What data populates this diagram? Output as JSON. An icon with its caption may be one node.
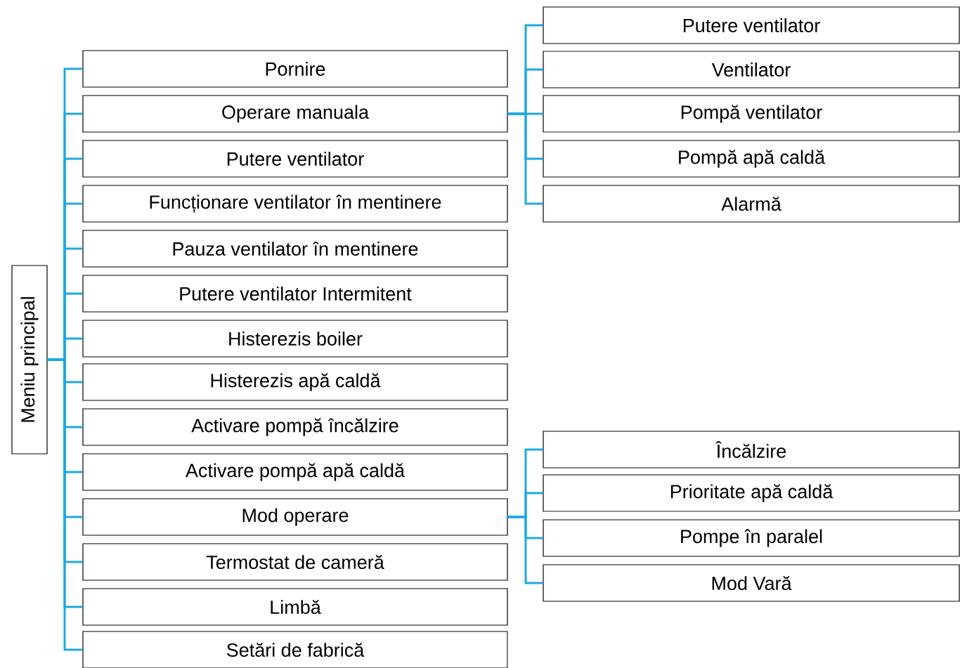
{
  "diagram": {
    "nodes": [
      {
        "text": [
          "Meniu principal"
        ]
      },
      {
        "text": [
          "Pornire"
        ]
      },
      {
        "text": [
          "Operare manuala"
        ]
      },
      {
        "text": [
          "Putere ventilator"
        ]
      },
      {
        "text": [
          "Funcționare ventilator în mentinere"
        ]
      },
      {
        "text": [
          "Pauza ventilator în mentinere"
        ]
      },
      {
        "text": [
          "Putere ventilator Intermitent"
        ]
      },
      {
        "text": [
          "Histerezis boiler"
        ]
      },
      {
        "text": [
          "Histerezis apă caldă"
        ]
      },
      {
        "text": [
          "Activare pompă încălzire"
        ]
      },
      {
        "text": [
          "Activare pompă apă caldă"
        ]
      },
      {
        "text": [
          "Mod operare"
        ]
      },
      {
        "text": [
          "Termostat de cameră"
        ]
      },
      {
        "text": [
          "Limbă"
        ]
      },
      {
        "text": [
          "Setări de fabrică"
        ]
      },
      {
        "text": [
          "Putere ventilator"
        ]
      },
      {
        "text": [
          "Ventilator"
        ]
      },
      {
        "text": [
          "Pompă ventilator"
        ]
      },
      {
        "text": [
          "Pompă apă caldă"
        ]
      },
      {
        "text": [
          "Alarmă"
        ]
      },
      {
        "text": [
          "Încălzire"
        ]
      },
      {
        "text": [
          "Prioritate apă caldă"
        ]
      },
      {
        "text": [
          "Pompe în paralel"
        ]
      },
      {
        "text": [
          "Mod Vară"
        ]
      }
    ],
    "edges": [
      {
        "from": 0,
        "to": 1,
        "arrow": "none"
      },
      {
        "from": 0,
        "to": 2,
        "arrow": "none"
      },
      {
        "from": 0,
        "to": 3,
        "arrow": "none"
      },
      {
        "from": 0,
        "to": 4,
        "arrow": "none"
      },
      {
        "from": 0,
        "to": 5,
        "arrow": "none"
      },
      {
        "from": 0,
        "to": 6,
        "arrow": "none"
      },
      {
        "from": 0,
        "to": 7,
        "arrow": "none"
      },
      {
        "from": 0,
        "to": 8,
        "arrow": "none"
      },
      {
        "from": 0,
        "to": 9,
        "arrow": "none"
      },
      {
        "from": 0,
        "to": 10,
        "arrow": "none"
      },
      {
        "from": 0,
        "to": 11,
        "arrow": "none"
      },
      {
        "from": 0,
        "to": 12,
        "arrow": "none"
      },
      {
        "from": 0,
        "to": 13,
        "arrow": "none"
      },
      {
        "from": 0,
        "to": 14,
        "arrow": "none"
      },
      {
        "from": 2,
        "to": 15,
        "arrow": "none"
      },
      {
        "from": 2,
        "to": 16,
        "arrow": "none"
      },
      {
        "from": 2,
        "to": 17,
        "arrow": "none"
      },
      {
        "from": 2,
        "to": 18,
        "arrow": "none"
      },
      {
        "from": 2,
        "to": 19,
        "arrow": "none"
      },
      {
        "from": 11,
        "to": 20,
        "arrow": "none"
      },
      {
        "from": 11,
        "to": 21,
        "arrow": "none"
      },
      {
        "from": 11,
        "to": 22,
        "arrow": "none"
      },
      {
        "from": 11,
        "to": 23,
        "arrow": "none"
      }
    ]
  }
}
